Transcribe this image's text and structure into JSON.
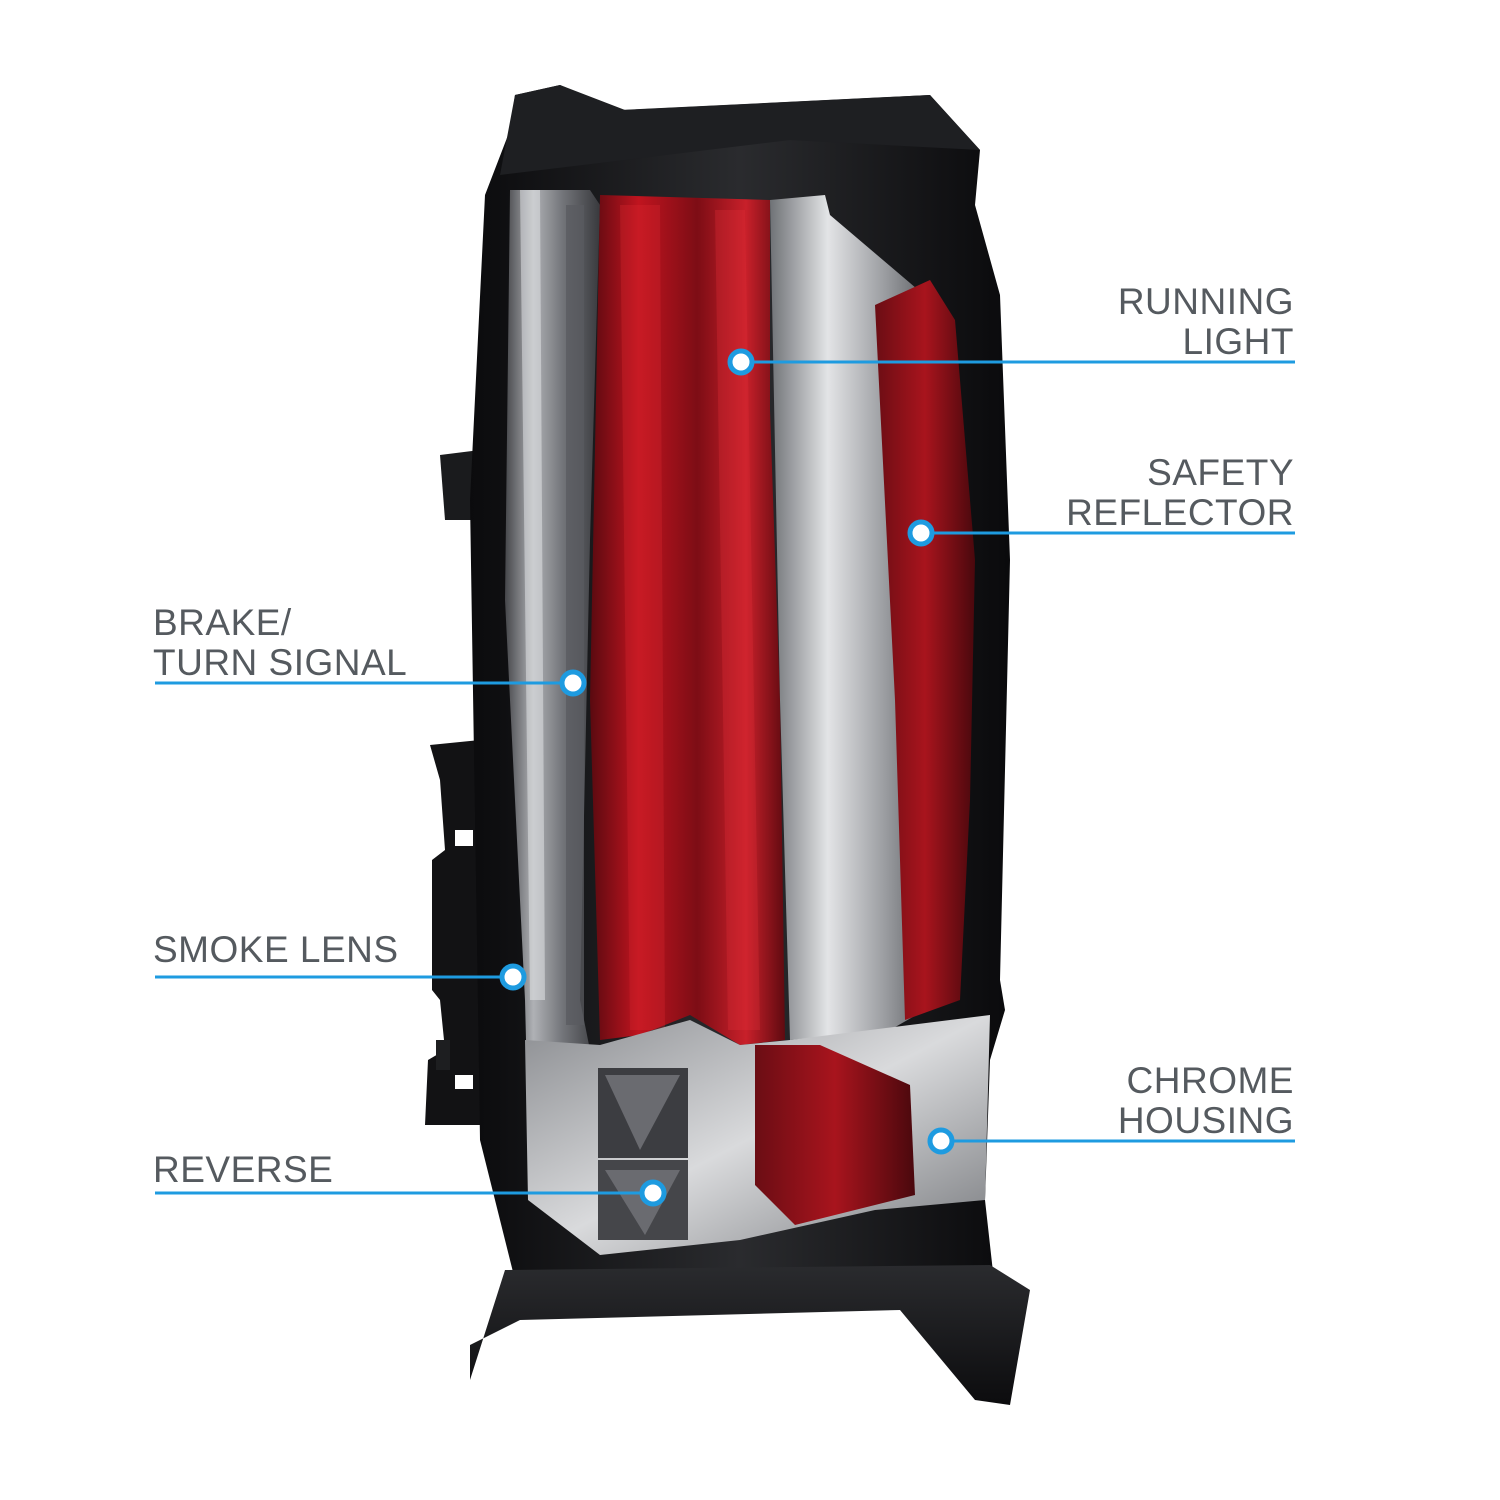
{
  "callouts": {
    "running_light": {
      "line1": "RUNNING",
      "line2": "LIGHT"
    },
    "safety_reflector": {
      "line1": "SAFETY",
      "line2": "REFLECTOR"
    },
    "brake_turn_signal": {
      "line1": "BRAKE/",
      "line2": "TURN SIGNAL"
    },
    "smoke_lens": {
      "line1": "SMOKE LENS"
    },
    "chrome_housing": {
      "line1": "CHROME",
      "line2": "HOUSING"
    },
    "reverse": {
      "line1": "REVERSE"
    }
  },
  "colors": {
    "callout_line": "#1e9be0",
    "label_text": "#555a5f",
    "housing": "#141416",
    "red_lens": "#b3121c",
    "smoke_lens": "#8f9196",
    "chrome": "#b8babd"
  }
}
